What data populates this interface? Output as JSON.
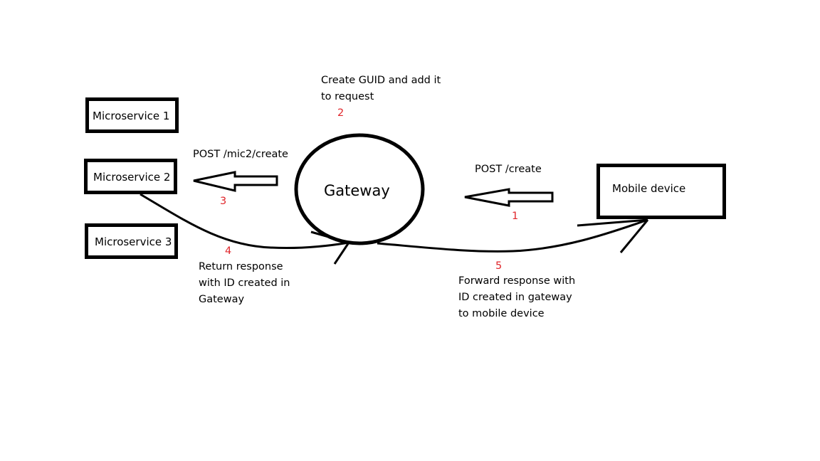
{
  "nodes": {
    "microservice1": "Microservice 1",
    "microservice2": "Microservice 2",
    "microservice3": "Microservice 3",
    "gateway": "Gateway",
    "mobile_device": "Mobile device"
  },
  "steps": [
    {
      "number": "1",
      "label": "POST /create"
    },
    {
      "number": "2",
      "label_lines": [
        "Create GUID and add it",
        "to request"
      ]
    },
    {
      "number": "3",
      "label": "POST /mic2/create"
    },
    {
      "number": "4",
      "label_lines": [
        "Return response",
        "with ID created in",
        "Gateway"
      ]
    },
    {
      "number": "5",
      "label_lines": [
        "Forward response with",
        "ID created in gateway",
        "to mobile device"
      ]
    }
  ],
  "colors": {
    "step_number": "#e0262b",
    "stroke": "#000000"
  }
}
